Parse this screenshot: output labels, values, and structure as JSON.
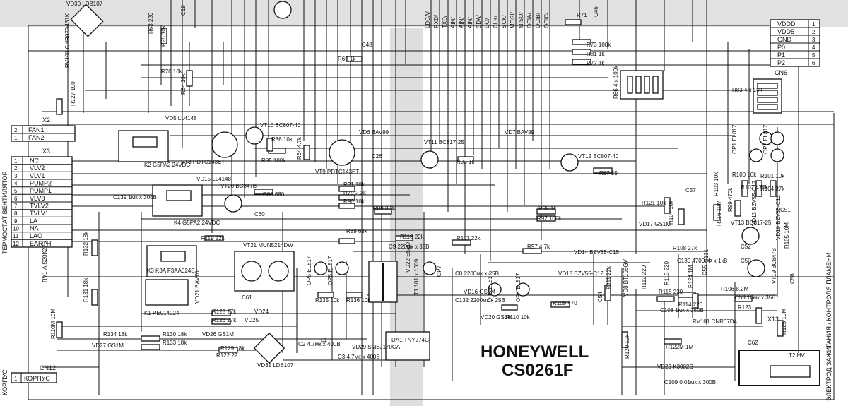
{
  "brand": {
    "name": "HONEYWELL",
    "model": "CS0261F"
  },
  "side_labels": {
    "fan_termostat": "ТЕРМОСТАТ ВЕНТИЛЯТОР",
    "body": "КОРПУС",
    "ignition": "ЭЛЕКТРОД ЗАЖИГАНИЯ / КОНТРОЛЯ ПЛАМЕНИ"
  },
  "connectors": {
    "x2": {
      "ref": "X2",
      "pins": [
        {
          "n": "2",
          "label": "FAN1"
        },
        {
          "n": "1",
          "label": "FAN2"
        }
      ]
    },
    "x3": {
      "ref": "X3",
      "pins": [
        {
          "n": "1",
          "label": "NC"
        },
        {
          "n": "2",
          "label": "VLV2"
        },
        {
          "n": "3",
          "label": "VLV1"
        },
        {
          "n": "4",
          "label": "PUMP2"
        },
        {
          "n": "5",
          "label": "PUMP1"
        },
        {
          "n": "6",
          "label": "VLV3"
        },
        {
          "n": "7",
          "label": "TVLV2"
        },
        {
          "n": "8",
          "label": "TVLV1"
        },
        {
          "n": "9",
          "label": "LA"
        },
        {
          "n": "10",
          "label": "NA"
        },
        {
          "n": "11",
          "label": "LAO"
        },
        {
          "n": "12",
          "label": "EARTH"
        }
      ]
    },
    "cn12": {
      "ref": "CN12",
      "pins": [
        {
          "n": "1",
          "label": "КОРПУС"
        }
      ]
    },
    "cn6": {
      "ref": "CN6",
      "pins": [
        {
          "n": "1",
          "label": "VDDD"
        },
        {
          "n": "2",
          "label": "VDD5"
        },
        {
          "n": "3",
          "label": "GND"
        },
        {
          "n": "4",
          "label": "P0"
        },
        {
          "n": "5",
          "label": "P1"
        },
        {
          "n": "6",
          "label": "P2"
        }
      ]
    },
    "x13": {
      "ref": "X13"
    }
  },
  "bus_labels": [
    "LDCA/",
    "RXD/",
    "TXD/",
    "AIN/",
    "AIN/",
    "AIN/",
    "SDA/",
    "DO/",
    "CLK/",
    "SCK/",
    "MOSI/",
    "MISO/",
    "OCIA/",
    "OCIB/",
    "OCIC/"
  ],
  "components": [
    {
      "ref": "VD30",
      "value": "LDB107"
    },
    {
      "ref": "RV100",
      "value": "CNR07D431K"
    },
    {
      "ref": "R127",
      "value": "100"
    },
    {
      "ref": "R63",
      "value": "220"
    },
    {
      "ref": "R25",
      "value": "10k"
    },
    {
      "ref": "R70",
      "value": "10k"
    },
    {
      "ref": "R84",
      "value": "10k"
    },
    {
      "ref": "C19",
      "value": ""
    },
    {
      "ref": "C48",
      "value": ""
    },
    {
      "ref": "R69",
      "value": "1k"
    },
    {
      "ref": "R71",
      "value": ""
    },
    {
      "ref": "C46",
      "value": ""
    },
    {
      "ref": "R73",
      "value": "100k"
    },
    {
      "ref": "R81",
      "value": "1k"
    },
    {
      "ref": "R72",
      "value": "1k"
    },
    {
      "ref": "R66",
      "value": "4 x 100k"
    },
    {
      "ref": "R83",
      "value": "4 x 10k"
    },
    {
      "ref": "VD5",
      "value": "LL4148"
    },
    {
      "ref": "VT10",
      "value": "BC807-40"
    },
    {
      "ref": "R86",
      "value": "10k"
    },
    {
      "ref": "R85",
      "value": "100k"
    },
    {
      "ref": "VT8",
      "value": "PDTC143ET"
    },
    {
      "ref": "K2",
      "value": "G5PA2 24VDC"
    },
    {
      "ref": "R64",
      "value": "4.7k"
    },
    {
      "ref": "VT9",
      "value": "PDTC143ET"
    },
    {
      "ref": "VD6",
      "value": "BAV99"
    },
    {
      "ref": "C26",
      "value": ""
    },
    {
      "ref": "VT11",
      "value": "BC817-25"
    },
    {
      "ref": "R93",
      "value": "1k"
    },
    {
      "ref": "VD7",
      "value": "BAV99"
    },
    {
      "ref": "VT12",
      "value": "BC807-40"
    },
    {
      "ref": "R87",
      "value": "39"
    },
    {
      "ref": "VD15",
      "value": "LL4148"
    },
    {
      "ref": "VT20",
      "value": "BC847B"
    },
    {
      "ref": "R80",
      "value": "680"
    },
    {
      "ref": "C139",
      "value": "1мк x 305B"
    },
    {
      "ref": "K4",
      "value": "G5PA2 24VDC"
    },
    {
      "ref": "C60",
      "value": ""
    },
    {
      "ref": "R91",
      "value": "10k"
    },
    {
      "ref": "R79",
      "value": "2.2k"
    },
    {
      "ref": "R90",
      "value": "10k"
    },
    {
      "ref": "R88",
      "value": "3.3k"
    },
    {
      "ref": "R98",
      "value": "1k"
    },
    {
      "ref": "R92",
      "value": "100k"
    },
    {
      "ref": "R119",
      "value": "22k"
    },
    {
      "ref": "VT21",
      "value": "MUN5214DW"
    },
    {
      "ref": "R89",
      "value": "68k"
    },
    {
      "ref": "R118",
      "value": "22k"
    },
    {
      "ref": "C9",
      "value": "220мк x 35B"
    },
    {
      "ref": "R117",
      "value": "22k"
    },
    {
      "ref": "R97",
      "value": "4.7k"
    },
    {
      "ref": "VD14",
      "value": "BZV55-C15"
    },
    {
      "ref": "R132",
      "value": "18k"
    },
    {
      "ref": "K3",
      "value": "K3A F3AA024E"
    },
    {
      "ref": "VD21",
      "value": "BAV70"
    },
    {
      "ref": "OP5",
      "value": "EL817"
    },
    {
      "ref": "OP6",
      "value": "EL817"
    },
    {
      "ref": "VD22",
      "value": "ES2D"
    },
    {
      "ref": "T1",
      "value": "101 x 1039"
    },
    {
      "ref": "C8",
      "value": "2200мк x 25B"
    },
    {
      "ref": "OP7",
      "value": ""
    },
    {
      "ref": "VD16",
      "value": "GS1M"
    },
    {
      "ref": "C132",
      "value": "2200мк x 25B"
    },
    {
      "ref": "R131",
      "value": "18k"
    },
    {
      "ref": "C61",
      "value": ""
    },
    {
      "ref": "R135",
      "value": "10k"
    },
    {
      "ref": "R136",
      "value": "10k"
    },
    {
      "ref": "K1",
      "value": "PE014024"
    },
    {
      "ref": "R128",
      "value": "27k"
    },
    {
      "ref": "R126",
      "value": "27k"
    },
    {
      "ref": "VD24",
      "value": ""
    },
    {
      "ref": "VD25",
      "value": ""
    },
    {
      "ref": "VD20",
      "value": "GS1M"
    },
    {
      "ref": "R110",
      "value": "10k"
    },
    {
      "ref": "VD18",
      "value": "BZV55-C12"
    },
    {
      "ref": "R109",
      "value": "470"
    },
    {
      "ref": "OP3",
      "value": "EL817"
    },
    {
      "ref": "OP4",
      "value": "EL817"
    },
    {
      "ref": "C54",
      "value": ""
    },
    {
      "ref": "R111",
      "value": "22k"
    },
    {
      "ref": "RV1-A",
      "value": "S20K275"
    },
    {
      "ref": "R110M",
      "value": "10M"
    },
    {
      "ref": "R134",
      "value": "18k"
    },
    {
      "ref": "R130",
      "value": "18k"
    },
    {
      "ref": "R133",
      "value": "18k"
    },
    {
      "ref": "VD26",
      "value": "GS1M"
    },
    {
      "ref": "R129",
      "value": "18k"
    },
    {
      "ref": "R122",
      "value": "22"
    },
    {
      "ref": "VD27",
      "value": "GS1M"
    },
    {
      "ref": "VD31",
      "value": "LDB107"
    },
    {
      "ref": "C2",
      "value": "4.7мк x 400B"
    },
    {
      "ref": "L1",
      "value": ""
    },
    {
      "ref": "C3",
      "value": "4.7мк x 400B"
    },
    {
      "ref": "VD29",
      "value": "SMBJ170CA"
    },
    {
      "ref": "DA1",
      "value": "TNY274G"
    },
    {
      "ref": "VD19",
      "value": "BZV55-C12"
    },
    {
      "ref": "R121",
      "value": "10k"
    },
    {
      "ref": "C57",
      "value": ""
    },
    {
      "ref": "R107",
      "value": "10k"
    },
    {
      "ref": "VD17",
      "value": "GS1M"
    },
    {
      "ref": "R116",
      "value": "10M"
    },
    {
      "ref": "R108",
      "value": "27k"
    },
    {
      "ref": "C130",
      "value": "4700пФ x 1кB"
    },
    {
      "ref": "C131",
      "value": ""
    },
    {
      "ref": "R112",
      "value": "220"
    },
    {
      "ref": "R113",
      "value": "220"
    },
    {
      "ref": "R114",
      "value": "220"
    },
    {
      "ref": "R115",
      "value": "220"
    },
    {
      "ref": "R124",
      "value": "1M"
    },
    {
      "ref": "R106",
      "value": "8.2M"
    },
    {
      "ref": "C53",
      "value": "10мк x 35B"
    },
    {
      "ref": "R123",
      "value": ""
    },
    {
      "ref": "VD8",
      "value": "BT169GV"
    },
    {
      "ref": "C108",
      "value": "1мк x 250B"
    },
    {
      "ref": "RV101",
      "value": "CNR07D4"
    },
    {
      "ref": "R120",
      "value": "10k"
    },
    {
      "ref": "R122M",
      "value": "1M"
    },
    {
      "ref": "VD23",
      "value": "K3002G"
    },
    {
      "ref": "C109",
      "value": "0.01мк x 300B"
    },
    {
      "ref": "C62",
      "value": ""
    },
    {
      "ref": "R125",
      "value": "10M"
    },
    {
      "ref": "T2",
      "value": "HV"
    },
    {
      "ref": "OP1",
      "value": "EL817"
    },
    {
      "ref": "OP2",
      "value": "EL817"
    },
    {
      "ref": "R100",
      "value": "10k"
    },
    {
      "ref": "R101",
      "value": "10k"
    },
    {
      "ref": "R102",
      "value": "470k"
    },
    {
      "ref": "R104",
      "value": "27k"
    },
    {
      "ref": "R103",
      "value": "10k"
    },
    {
      "ref": "R105",
      "value": "10M"
    },
    {
      "ref": "VD13",
      "value": "BZV55-C12"
    },
    {
      "ref": "R99",
      "value": "470k"
    },
    {
      "ref": "VT13",
      "value": "BC817-25"
    },
    {
      "ref": "VT19",
      "value": "BC847B"
    },
    {
      "ref": "C51",
      "value": ""
    },
    {
      "ref": "C52",
      "value": ""
    },
    {
      "ref": "C50",
      "value": ""
    },
    {
      "ref": "C55",
      "value": ""
    },
    {
      "ref": "C56",
      "value": ""
    }
  ]
}
